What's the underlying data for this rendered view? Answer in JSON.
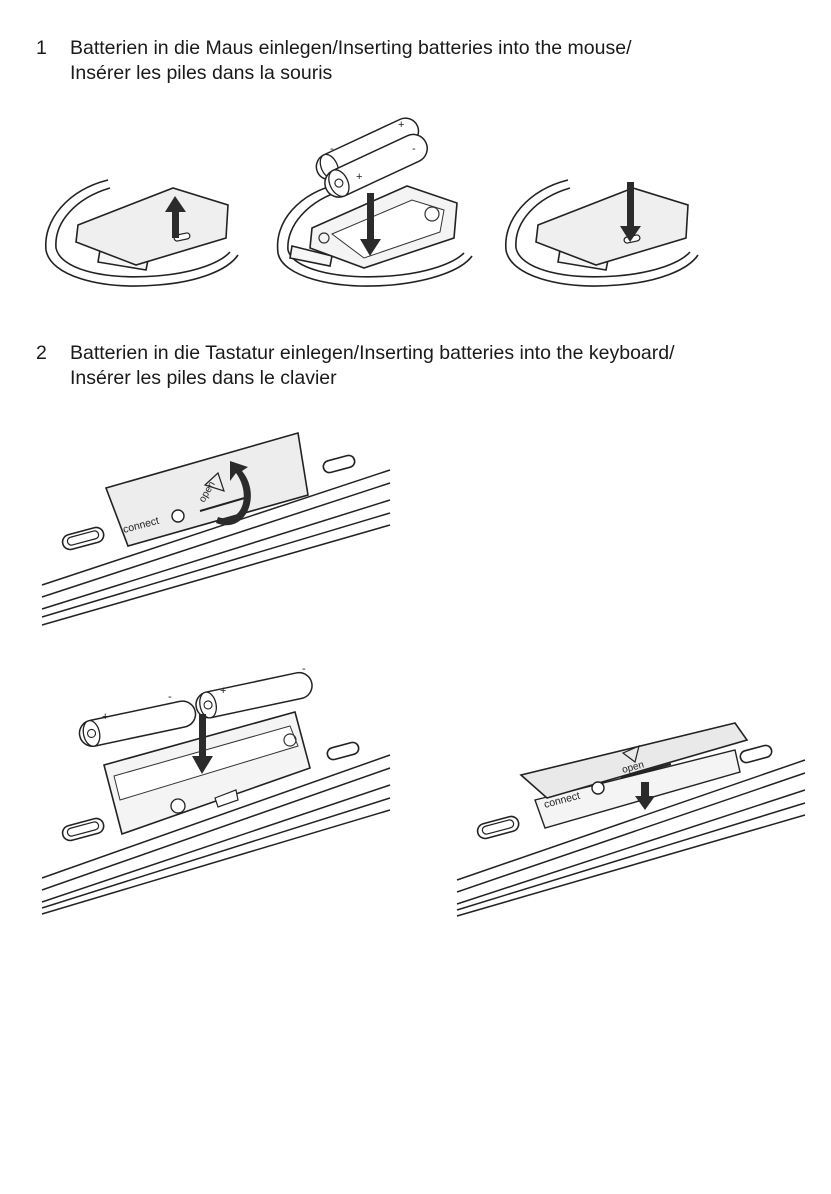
{
  "steps": [
    {
      "number": "1",
      "line1": "Batterien in die Maus einlegen/Inserting batteries into the mouse/",
      "line2": "Insérer les piles dans la souris"
    },
    {
      "number": "2",
      "line1": "Batterien in die Tastatur einlegen/Inserting batteries into the keyboard/",
      "line2": "Insérer les piles dans le clavier"
    }
  ],
  "figure_labels": {
    "connect": "connect",
    "open": "open",
    "plus": "+",
    "minus": "-"
  }
}
